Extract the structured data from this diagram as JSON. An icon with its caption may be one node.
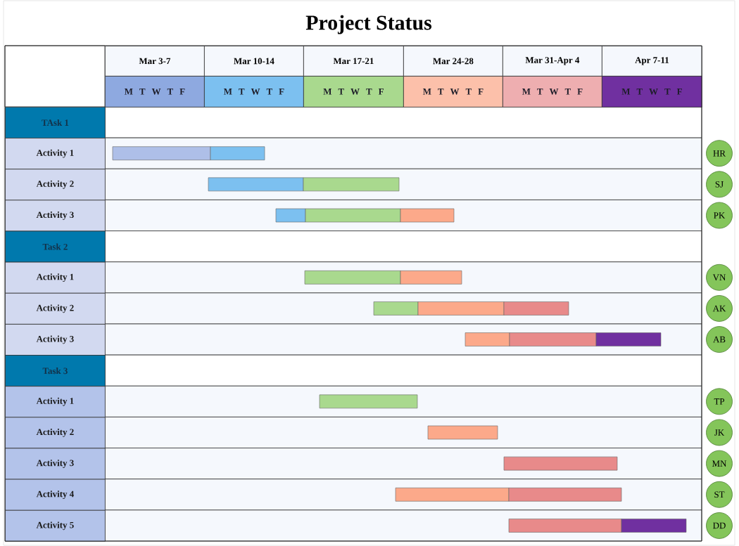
{
  "diagram": {
    "title": "Project Status",
    "nodes": [
      {
        "text": [
          "Mar 3-7"
        ]
      },
      {
        "text": [
          "Mar 10-14"
        ]
      },
      {
        "text": [
          "Mar 17-21"
        ]
      },
      {
        "text": [
          "Mar 24-28"
        ]
      },
      {
        "text": [
          "Mar 31-Apr 4"
        ]
      },
      {
        "text": [
          "Apr 7-11"
        ]
      },
      {
        "text": [
          "M T W T F"
        ]
      },
      {
        "text": [
          "M T W T F"
        ]
      },
      {
        "text": [
          "M T W T F"
        ]
      },
      {
        "text": [
          "M T W T F"
        ]
      },
      {
        "text": [
          "M T W T F"
        ]
      },
      {
        "text": [
          "M T W T F"
        ]
      },
      {
        "text": [
          "TAsk 1"
        ]
      },
      {
        "text": [
          "Activity 1"
        ]
      },
      {
        "text": [
          "HR"
        ]
      },
      {
        "text": [
          "Activity 2"
        ]
      },
      {
        "text": [
          "SJ"
        ]
      },
      {
        "text": [
          "Activity 3"
        ]
      },
      {
        "text": [
          "PK"
        ]
      },
      {
        "text": [
          "Task 2"
        ]
      },
      {
        "text": [
          "Activity 1"
        ]
      },
      {
        "text": [
          "VN"
        ]
      },
      {
        "text": [
          "Activity 2"
        ]
      },
      {
        "text": [
          "AK"
        ]
      },
      {
        "text": [
          "Activity 3"
        ]
      },
      {
        "text": [
          "AB"
        ]
      },
      {
        "text": [
          "Task 3"
        ]
      },
      {
        "text": [
          "Activity 1"
        ]
      },
      {
        "text": [
          "TP"
        ]
      },
      {
        "text": [
          "Activity 2"
        ]
      },
      {
        "text": [
          "JK"
        ]
      },
      {
        "text": [
          "Activity 3"
        ]
      },
      {
        "text": [
          "MN"
        ]
      },
      {
        "text": [
          "Activity 4"
        ]
      },
      {
        "text": [
          "ST"
        ]
      },
      {
        "text": [
          "Activity 5"
        ]
      },
      {
        "text": [
          "DD"
        ]
      }
    ]
  }
}
